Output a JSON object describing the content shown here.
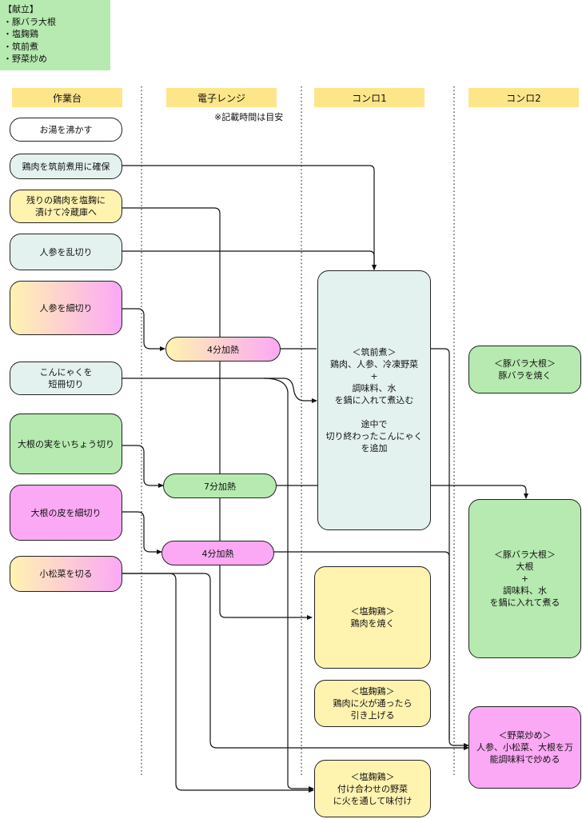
{
  "menu": {
    "title": "【献立】",
    "items": [
      "・豚バラ大根",
      "・塩麹鶏",
      "・筑前煮",
      "・野菜炒め"
    ]
  },
  "lanes": [
    "作業台",
    "電子レンジ",
    "コンロ1",
    "コンロ2"
  ],
  "note": "※記載時間は目安",
  "workbench": {
    "boil": "お湯を沸かす",
    "reserve": "鶏肉を筑前煮用に確保",
    "marinate": [
      "残りの鶏肉を塩麹に",
      "漬けて冷蔵庫へ"
    ],
    "carrot_chunk": "人参を乱切り",
    "carrot_thin": "人参を細切り",
    "konjac": [
      "こんにゃくを",
      "短冊切り"
    ],
    "daikon_body": "大根の実をいちょう切り",
    "daikon_skin": "大根の皮を細切り",
    "komatsuna": "小松菜を切る"
  },
  "microwave": {
    "m1": "4分加熱",
    "m2": "7分加熱",
    "m3": "4分加熱"
  },
  "stove1": {
    "chikuzen": [
      "＜筑前煮＞",
      "鶏肉、人参、冷凍野菜",
      "+",
      "調味料、水",
      "を鍋に入れて煮込む",
      "",
      "途中で",
      "切り終わったこんにゃく",
      "を追加"
    ],
    "shio1": [
      "＜塩麹鶏＞",
      "鶏肉を焼く"
    ],
    "shio2": [
      "＜塩麹鶏＞",
      "鶏肉に火が通ったら",
      "引き上げる"
    ],
    "shio3": [
      "＜塩麹鶏＞",
      "付け合わせの野菜",
      "に火を通して味付け"
    ]
  },
  "stove2": {
    "buta1": [
      "＜豚バラ大根＞",
      "豚バラを焼く"
    ],
    "buta2": [
      "＜豚バラ大根＞",
      "大根",
      "+",
      "調味料、水",
      "を鍋に入れて煮る"
    ],
    "yasai": [
      "＜野菜炒め＞",
      "人参、小松菜、大根を万",
      "能調味料で炒める"
    ]
  },
  "colors": {
    "green": "#b6eab0",
    "yellow": "#fff3b0",
    "pink": "#fba8f5",
    "light_blue": "#e4f2ef",
    "header": "#fde68a"
  }
}
